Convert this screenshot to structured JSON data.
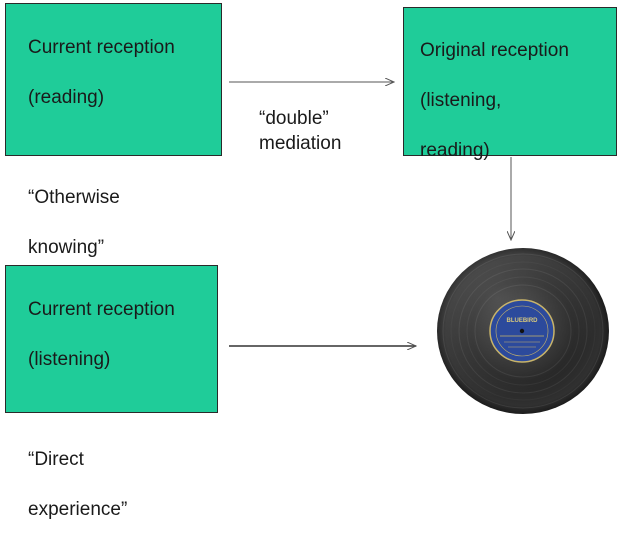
{
  "boxes": {
    "current_reading": {
      "line1": "Current reception",
      "line2": "(reading)",
      "line3": "“Otherwise",
      "line4": "knowing”"
    },
    "original": {
      "line1": "Original reception",
      "line2": "(listening,",
      "line3": "reading)"
    },
    "current_listening": {
      "line1": "Current reception",
      "line2": "(listening)",
      "line3": "“Direct",
      "line4": "experience”"
    }
  },
  "mediation": {
    "line1": "“double”",
    "line2": "mediation"
  },
  "colors": {
    "box_fill": "#1fcc99",
    "box_border": "#2a2a2a",
    "arrow": "#555555",
    "record": "#2b2b2b",
    "label": "#2c4a9c"
  },
  "record_label": {
    "brand": "BLUEBIRD"
  }
}
